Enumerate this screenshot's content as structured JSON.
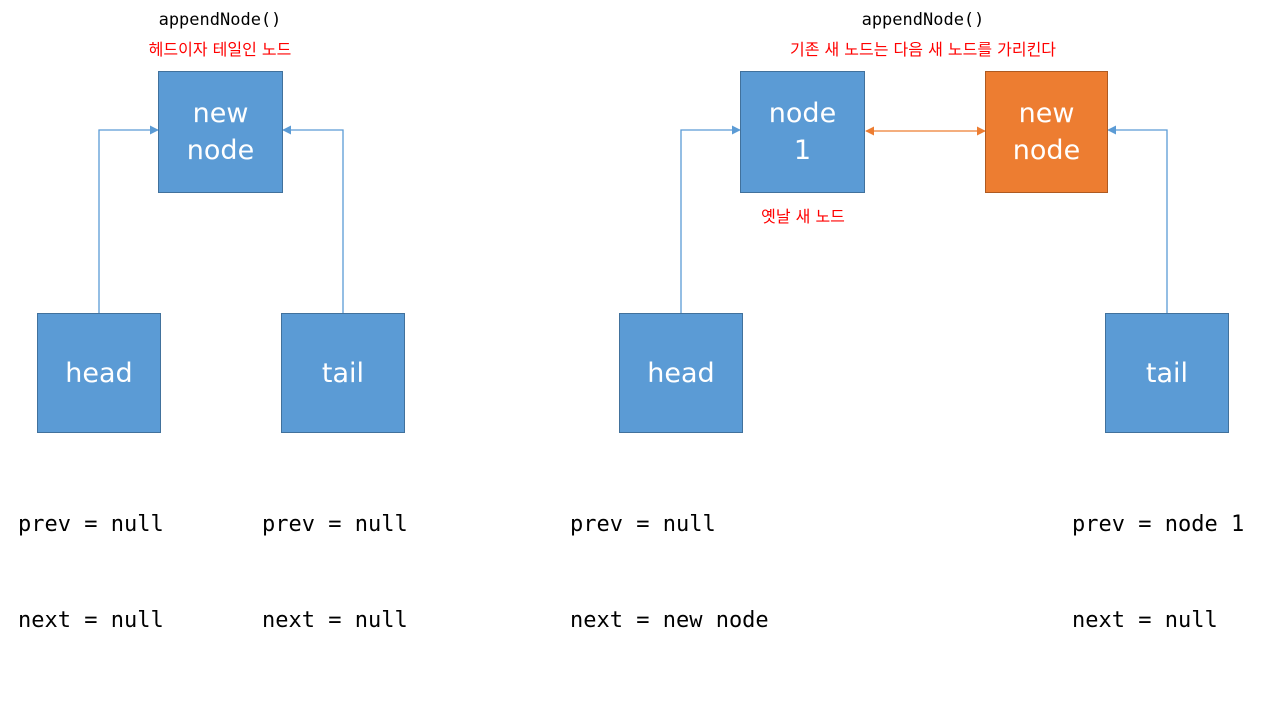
{
  "left": {
    "caption": "appendNode()",
    "note": "헤드이자 테일인 노드",
    "new_node": [
      "new",
      "node"
    ],
    "head": {
      "label": "head",
      "prev": "prev = null",
      "next": "next = null"
    },
    "tail": {
      "label": "tail",
      "prev": "prev = null",
      "next": "next = null"
    }
  },
  "right": {
    "caption": "appendNode()",
    "note": "기존 새 노드는 다음 새 노드를 가리킨다",
    "node1": [
      "node",
      "1"
    ],
    "node1_note": "옛날 새 노드",
    "new_node": [
      "new",
      "node"
    ],
    "head": {
      "label": "head",
      "prev": "prev = null",
      "next": "next = new node"
    },
    "tail": {
      "label": "tail",
      "prev": "prev = node 1",
      "next": "next = null"
    }
  },
  "colors": {
    "node_blue": "#5b9bd5",
    "node_orange": "#ed7d31",
    "note_red": "#ff0000",
    "arrow_blue": "#5b9bd5",
    "arrow_orange": "#ed7d31"
  }
}
